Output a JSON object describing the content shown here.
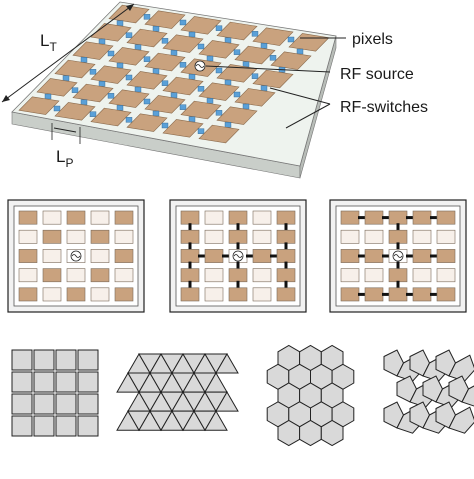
{
  "figure": {
    "labels": {
      "lt_main": "L",
      "lt_sub": "T",
      "lp_main": "L",
      "lp_sub": "P",
      "pixels": "pixels",
      "rf_source": "RF source",
      "rf_switches": "RF-switches"
    },
    "colors": {
      "pixel_fill": "#c9a27e",
      "pixel_edge": "#8a6a4c",
      "substrate_top": "#eef3ee",
      "substrate_side": "#c9cec9",
      "switch": "#5aa0d8",
      "tile_fill": "#d9d9d9",
      "stroke": "#222222"
    },
    "config_panels": 3,
    "tiling_patterns": [
      "square",
      "triangle",
      "hexagon",
      "pentagon"
    ]
  }
}
